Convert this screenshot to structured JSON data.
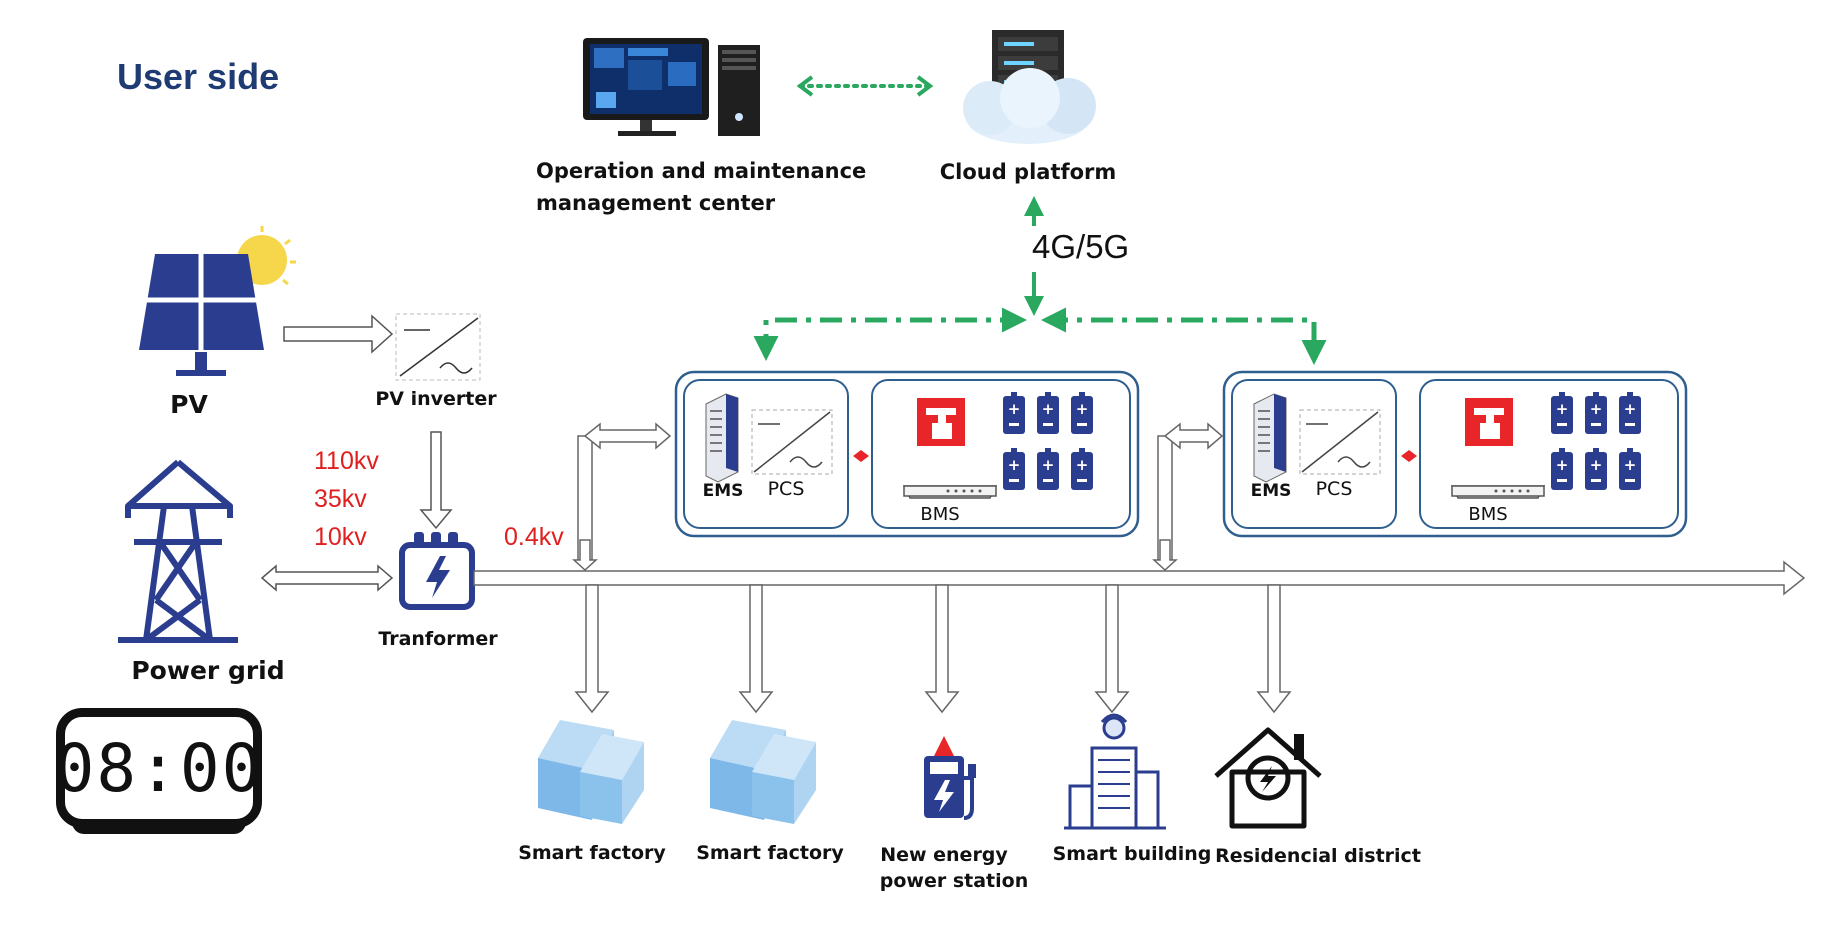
{
  "title": "User side",
  "pv": {
    "label": "PV"
  },
  "pv_inverter": {
    "label": "PV inverter"
  },
  "power_grid": {
    "label": "Power grid"
  },
  "transformer": {
    "label": "Tranformer"
  },
  "voltages": {
    "high": [
      "110kv",
      "35kv",
      "10kv"
    ],
    "low": "0.4kv"
  },
  "om_center": {
    "line1": "Operation and maintenance",
    "line2": "management center"
  },
  "cloud": {
    "label": "Cloud platform"
  },
  "network": {
    "label": "4G/5G"
  },
  "storage_units": [
    {
      "ems": "EMS",
      "pcs": "PCS",
      "bms": "BMS"
    },
    {
      "ems": "EMS",
      "pcs": "PCS",
      "bms": "BMS"
    }
  ],
  "loads": [
    {
      "line1": "Smart factory",
      "line2": ""
    },
    {
      "line1": "Smart factory",
      "line2": ""
    },
    {
      "line1": "New energy",
      "line2": "power station"
    },
    {
      "line1": "Smart building",
      "line2": ""
    },
    {
      "line1": "Residencial district",
      "line2": ""
    }
  ],
  "clock": {
    "time": "08:00"
  },
  "colors": {
    "title": "#1f3b73",
    "icon_blue": "#2b3d8f",
    "comm_green": "#2aa860",
    "voltage_red": "#e02020",
    "frame_blue": "#2f5f8f",
    "fire_red": "#e8262a"
  }
}
